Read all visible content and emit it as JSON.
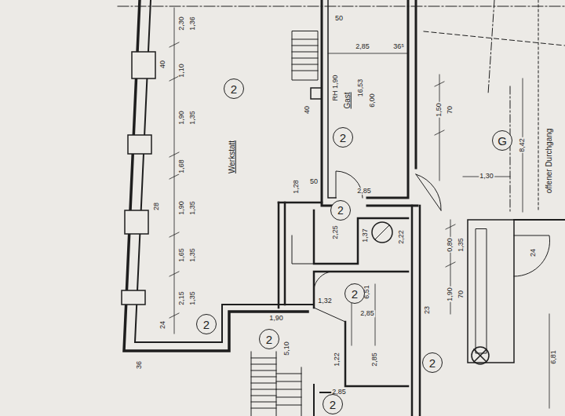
{
  "diagram": {
    "nodes": [
      {
        "text": [
          "2"
        ]
      },
      {
        "text": [
          "2"
        ]
      },
      {
        "text": [
          "2"
        ]
      },
      {
        "text": [
          "2"
        ]
      },
      {
        "text": [
          "2"
        ]
      },
      {
        "text": [
          "2"
        ]
      },
      {
        "text": [
          "2"
        ]
      },
      {
        "text": [
          "2"
        ]
      },
      {
        "text": [
          "G"
        ]
      }
    ],
    "labels": [
      "2,30",
      "1,36",
      "50",
      "2,85",
      "36⁵",
      "40",
      "1,10",
      "1,90",
      "1,35",
      "1,68",
      "1,90",
      "1,35",
      "28",
      "1,65",
      "1,35",
      "2,15",
      "1,35",
      "24",
      "36",
      "Werkstatt",
      "RH 1,90",
      "Gast",
      "16,53",
      "6,00",
      "40",
      "1,50",
      "70",
      "8,42",
      "offener Durchgang",
      "1,30",
      "1,28",
      "50",
      "2,85",
      "2,25",
      "1,37",
      "2,22",
      "0,80",
      "1,35",
      "24",
      "1,90",
      "70",
      "6,51",
      "1,32",
      "2,85",
      "2,85",
      "1,22",
      "23",
      "1,90",
      "5,10",
      "2,85",
      "6,81"
    ]
  }
}
